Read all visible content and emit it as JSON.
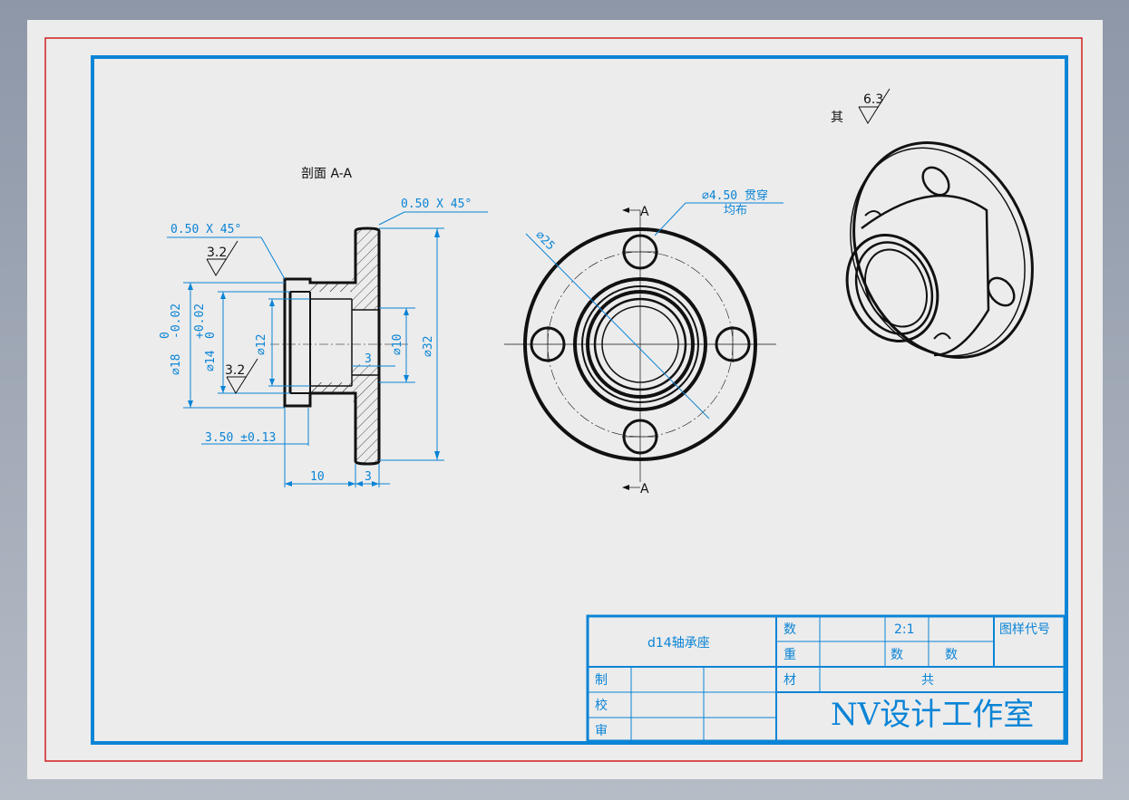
{
  "section_view": {
    "title": "剖面 A-A",
    "chamfer_top": "0.50 X 45°",
    "chamfer_left": "0.50 X 45°",
    "roughness_a": "3.2",
    "roughness_b": "3.2",
    "dia18": "⌀18",
    "dia18_upper": "0",
    "dia18_lower": "-0.02",
    "dia14": "⌀14",
    "dia14_upper": "+0.02",
    "dia14_lower": "0",
    "dia12": "⌀12",
    "dia10": "⌀10",
    "dia32": "⌀32",
    "dim3_inner": "3",
    "dim350": "3.50 ±0.13",
    "dim10": "10",
    "dim3_bottom": "3"
  },
  "front_view": {
    "hole_note_line1": "⌀4.50 贯穿",
    "hole_note_line2": "均布",
    "dia25": "⌀25",
    "section_mark_top": "A",
    "section_mark_bottom": "A"
  },
  "surface_note": {
    "label": "其",
    "roughness": "6.3"
  },
  "title_block": {
    "part_name": "d14轴承座",
    "qty_label": "数",
    "weight_label": "重",
    "scale": "2:1",
    "drawing_code_label": "图样代号",
    "count_label_1": "数",
    "count_label_2": "数",
    "material_label": "材",
    "material_value": "共",
    "drawn_label": "制",
    "checked_label": "校",
    "approved_label": "审",
    "company": "NV设计工作室"
  }
}
